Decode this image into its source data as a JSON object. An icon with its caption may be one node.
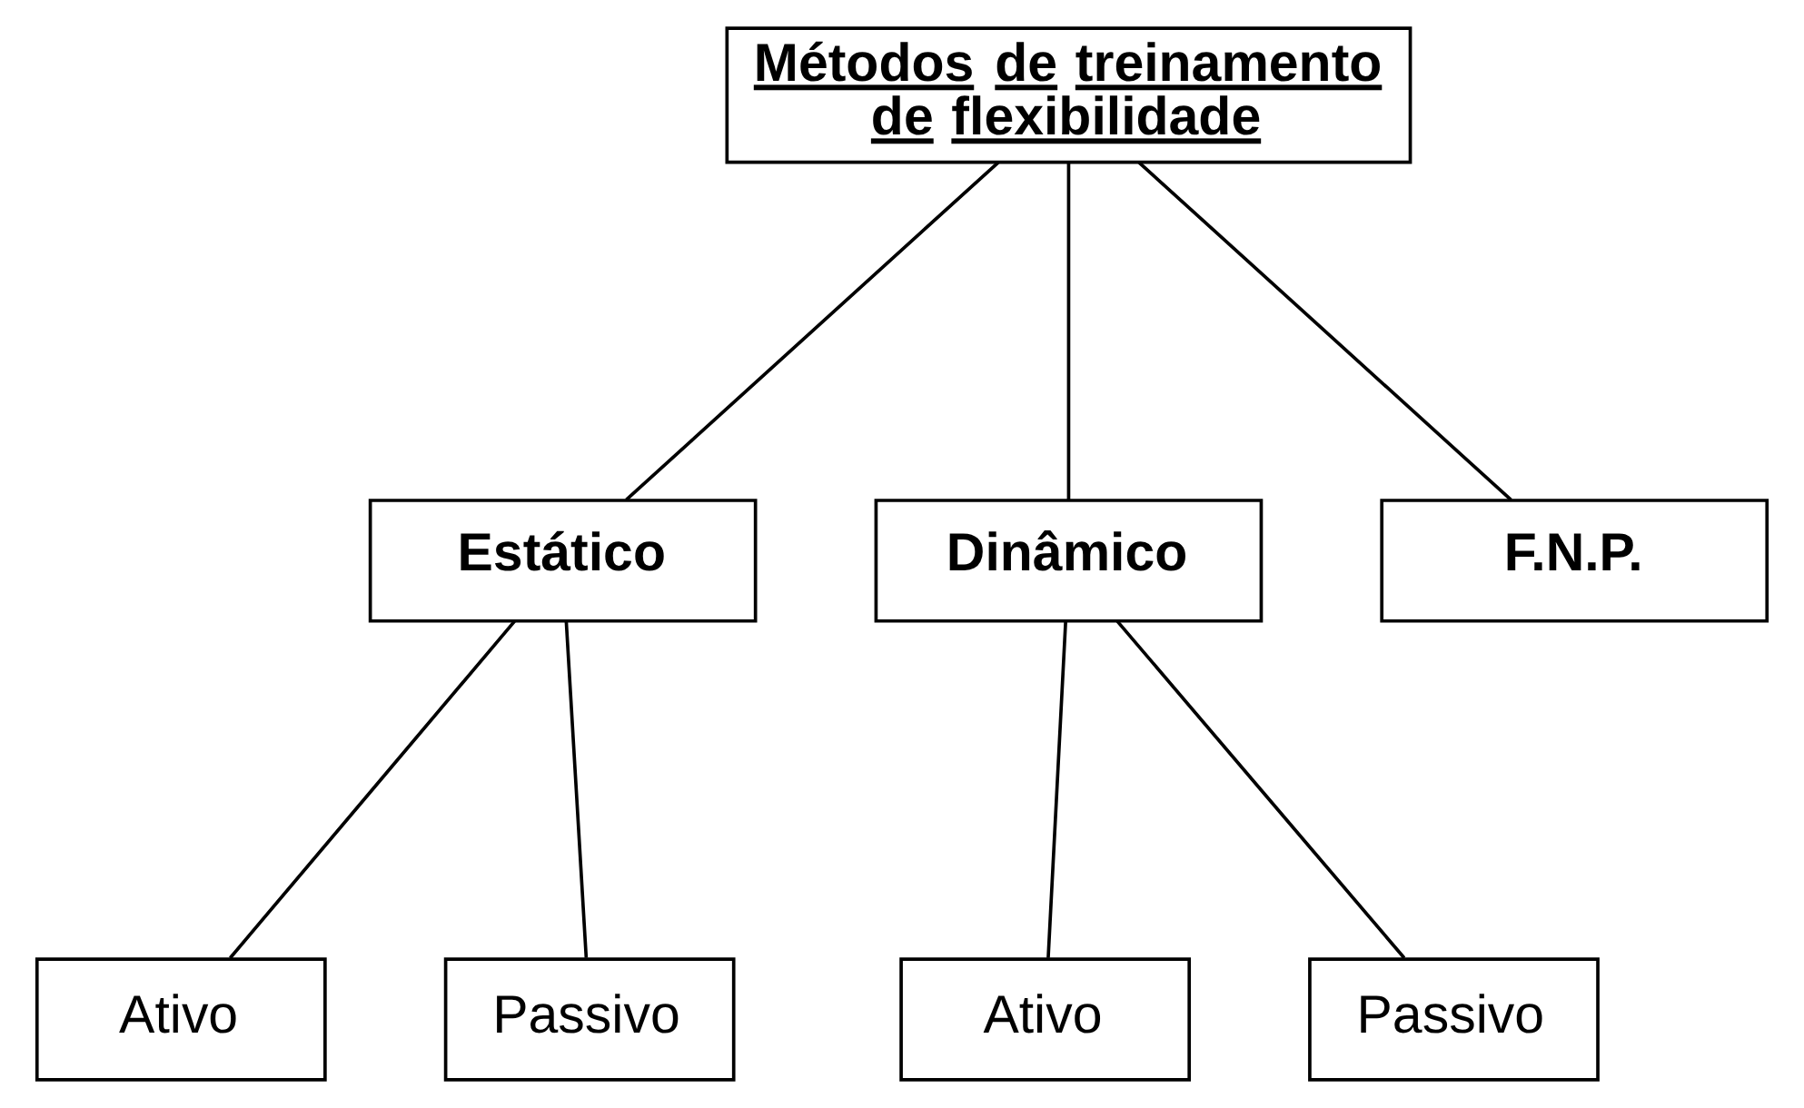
{
  "diagram": {
    "nodes": [
      {
        "text": [
          "Métodos de treinamento de flexibilidade"
        ]
      },
      {
        "text": [
          "Estático"
        ]
      },
      {
        "text": [
          "Dinâmico"
        ]
      },
      {
        "text": [
          "F.N.P."
        ]
      },
      {
        "text": [
          "Ativo"
        ]
      },
      {
        "text": [
          "Passivo"
        ]
      },
      {
        "text": [
          "Ativo"
        ]
      },
      {
        "text": [
          "Passivo"
        ]
      }
    ],
    "edges": [
      {
        "from": 0,
        "to": 1,
        "arrow": "none"
      },
      {
        "from": 0,
        "to": 2,
        "arrow": "none"
      },
      {
        "from": 0,
        "to": 3,
        "arrow": "none"
      },
      {
        "from": 1,
        "to": 4,
        "arrow": "none"
      },
      {
        "from": 1,
        "to": 5,
        "arrow": "none"
      },
      {
        "from": 2,
        "to": 6,
        "arrow": "none"
      },
      {
        "from": 2,
        "to": 7,
        "arrow": "none"
      }
    ]
  }
}
